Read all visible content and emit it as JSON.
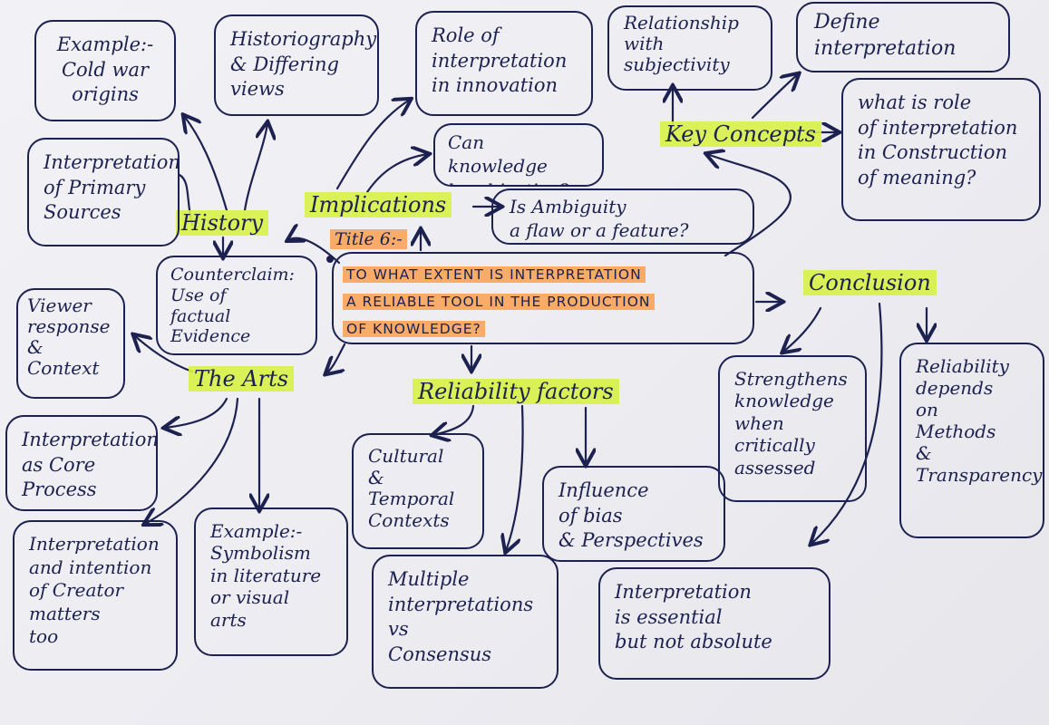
{
  "central": {
    "title_tag": "Title 6:-",
    "question_lines": [
      "TO WHAT EXTENT IS INTERPRETATION",
      "A RELIABLE TOOL IN THE PRODUCTION",
      "OF KNOWLEDGE?"
    ]
  },
  "branches": {
    "history": "History",
    "implications": "Implications",
    "key_concepts": "Key Concepts",
    "the_arts": "The Arts",
    "reliability_factors": "Reliability factors",
    "conclusion": "Conclusion"
  },
  "nodes": {
    "cold_war": "Example:-\nCold war\norigins",
    "historiography": "Historiography\n& Differing\nviews",
    "primary_sources": "Interpretation\nof Primary\nSources",
    "counterclaim": "Counterclaim:\nUse of\nfactual\nEvidence",
    "role_innovation": "Role of\ninterpretation\nin innovation",
    "knowledge_objective": "Can knowledge\nbe objective?",
    "ambiguity": "Is Ambiguity\na flaw or a feature?",
    "relationship_subjectivity": "Relationship\nwith\nsubjectivity",
    "define_interpretation": "Define\ninterpretation",
    "role_construction": "what is role\nof interpretation\nin Construction\nof meaning?",
    "viewer_response": "Viewer\nresponse\n&\nContext",
    "core_process": "Interpretation\nas Core\nProcess",
    "intention_creator": "Interpretation\nand intention\nof Creator\nmatters\ntoo",
    "symbolism": "Example:-\nSymbolism\nin literature\nor visual\narts",
    "cultural_temporal": "Cultural\n&\nTemporal\nContexts",
    "multiple_interpretations": "Multiple\ninterpretations\nvs\nConsensus",
    "bias": "Influence\nof bias\n& Perspectives",
    "essential": "Interpretation\nis essential\nbut not absolute",
    "strengthens": "Strengthens\nknowledge\nwhen\ncritically\nassessed",
    "reliability_depends": "Reliability\ndepends\non\nMethods\n&\nTransparency"
  },
  "colors": {
    "ink": "#1c2150",
    "highlight_yellow": "#d7f246",
    "highlight_orange": "#faa050",
    "paper": "#eeeef2"
  }
}
